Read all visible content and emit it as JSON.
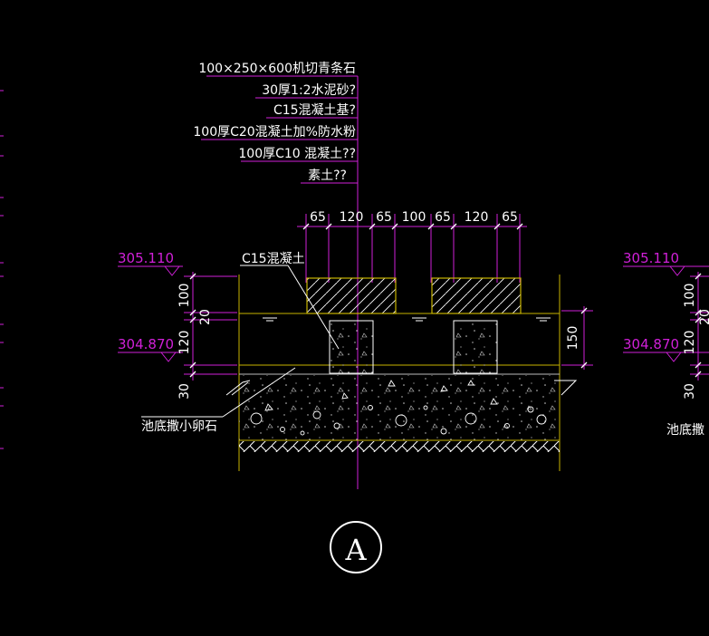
{
  "colors": {
    "background": "#000000",
    "magenta": "#d020d8",
    "yellow": "#c8b400",
    "white": "#ffffff",
    "gray": "#bbbbbb"
  },
  "callouts": [
    "100×250×600机切青条石",
    "30厚1:2水泥砂?",
    "C15混凝土基?",
    "100厚C20混凝土加%防水粉",
    "100厚C10 混凝土??",
    "素土??"
  ],
  "top_dims": [
    "65",
    "120",
    "65",
    "100",
    "65",
    "120",
    "65"
  ],
  "labels": {
    "c15": "C15混凝土",
    "pebbles": "池底撒小卵石",
    "pebbles_right": "池底撒"
  },
  "left_levels": {
    "upper": "305.110",
    "lower": "304.870"
  },
  "right_levels": {
    "upper": "305.110",
    "lower": "304.870"
  },
  "left_dims": [
    "100",
    "20",
    "120",
    "30"
  ],
  "right_dims": [
    "100",
    "20",
    "120",
    "30"
  ],
  "right_dim": "150",
  "section_mark": "A"
}
